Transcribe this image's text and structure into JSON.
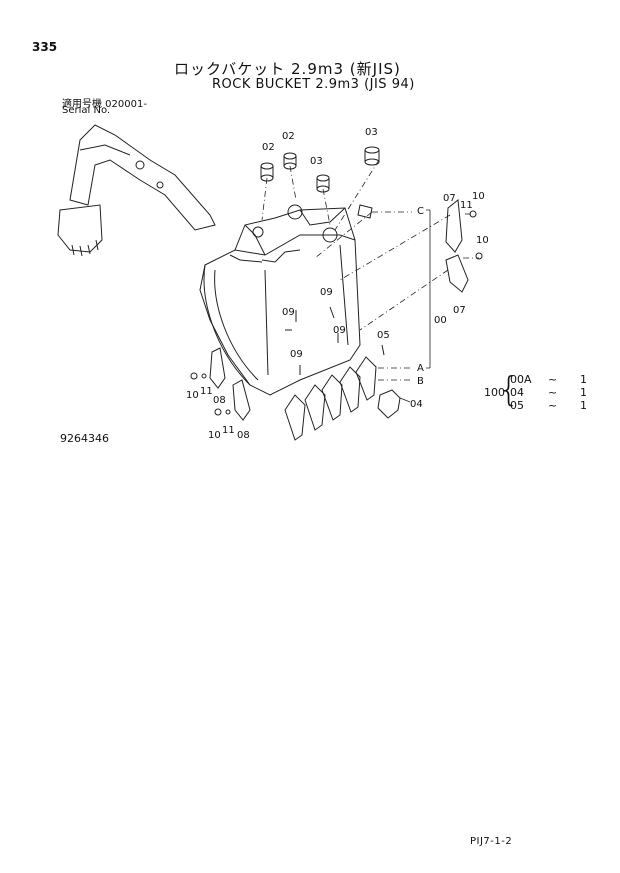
{
  "header": {
    "page_number": "335",
    "title_jp": "ロックバケット 2.9m3 (新JIS)",
    "title_en": "ROCK BUCKET 2.9m3 (JIS 94)",
    "serial_label_jp": "適用号機 020001-",
    "serial_label_en": "Serial No."
  },
  "drawing_number": "9264346",
  "page_code": "PIJ7-1-2",
  "callouts": {
    "c02a": "02",
    "c02b": "02",
    "c03a": "03",
    "c03b": "03",
    "c07a": "07",
    "c07b": "07",
    "c11a": "11",
    "c10a": "10",
    "c10b": "10",
    "c09a": "09",
    "c09b": "09",
    "c09c": "09",
    "c09d": "09",
    "c05": "05",
    "c00": "00",
    "cC": "C",
    "cA": "A",
    "cB": "B",
    "c04": "04",
    "c10c": "10",
    "c11b": "11",
    "c08a": "08",
    "c10d": "10",
    "c11c": "11",
    "c08b": "08"
  },
  "quantity_table": {
    "total": "100",
    "rows": [
      {
        "code": "00A",
        "tilde": "~",
        "qty": "1"
      },
      {
        "code": "04",
        "tilde": "~",
        "qty": "1"
      },
      {
        "code": "05",
        "tilde": "~",
        "qty": "1"
      }
    ]
  }
}
